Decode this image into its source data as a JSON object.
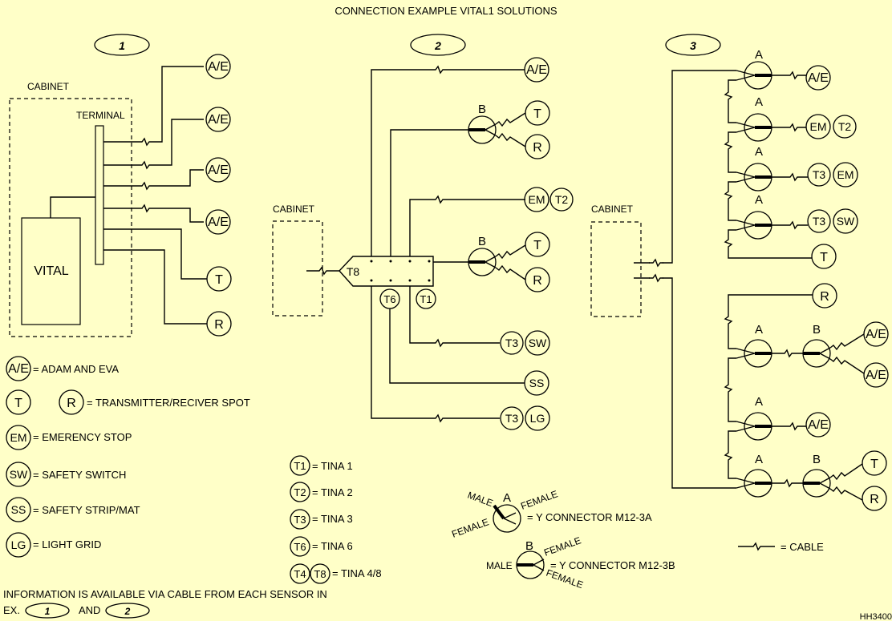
{
  "title": "CONNECTION EXAMPLE VITAL1 SOLUTIONS",
  "example_numbers": [
    "1",
    "2",
    "3"
  ],
  "cabinet_label": "CABINET",
  "terminal_label": "TERMINAL",
  "vital_label": "VITAL",
  "tina_t8": "T8",
  "tina_t6": "T6",
  "tina_t1": "T1",
  "connector_a": "A",
  "connector_b": "B",
  "sensors": {
    "ae": "A/E",
    "t": "T",
    "r": "R",
    "em": "EM",
    "t2": "T2",
    "t3": "T3",
    "sw": "SW",
    "ss": "SS",
    "lg": "LG"
  },
  "legend": {
    "ae": "= ADAM AND EVA",
    "tr": "= TRANSMITTER/RECIVER SPOT",
    "em": "= EMERENCY STOP",
    "sw": "= SAFETY SWITCH",
    "ss": "= SAFETY STRIP/MAT",
    "lg": "= LIGHT GRID",
    "t1": "= TINA 1",
    "t2": "= TINA 2",
    "t3": "= TINA 3",
    "t6": "= TINA 6",
    "t48": "= TINA 4/8",
    "t4_code": "T4",
    "t1_code": "T1",
    "t2_code": "T2",
    "t3_code": "T3",
    "t6_code": "T6",
    "t8_code": "T8",
    "male": "MALE",
    "female": "FEMALE",
    "y_a": "= Y CONNECTOR M12-3A",
    "y_b": "= Y CONNECTOR M12-3B",
    "cable": "= CABLE"
  },
  "footer": {
    "line1": "INFORMATION IS AVAILABLE VIA CABLE FROM EACH SENSOR IN",
    "ex": "EX.",
    "and": "AND"
  },
  "drawing_id": "HH3400"
}
